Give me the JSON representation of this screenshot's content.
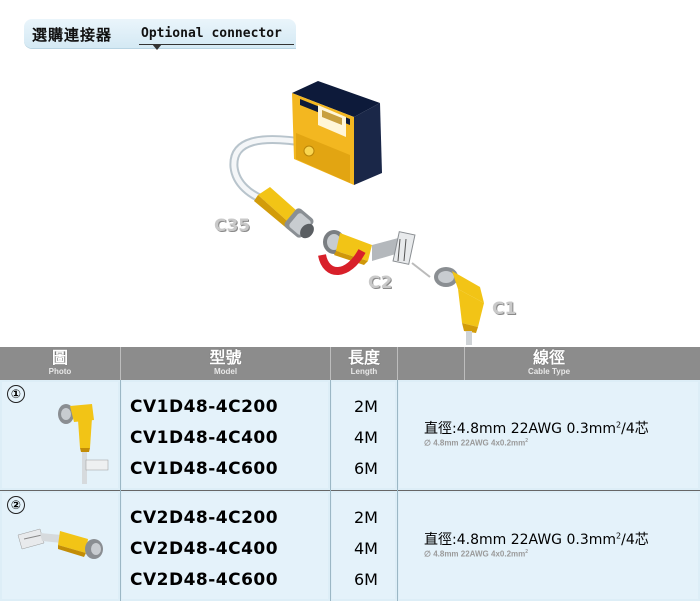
{
  "header": {
    "title_zh": "選購連接器",
    "title_en": "Optional connector"
  },
  "illustration": {
    "labels": [
      "C35",
      "C2",
      "C1"
    ]
  },
  "table": {
    "columns": [
      {
        "zh": "圖",
        "en": "Photo"
      },
      {
        "zh": "型號",
        "en": "Model"
      },
      {
        "zh": "長度",
        "en": "Length"
      },
      {
        "zh": "線徑",
        "en": "Cable Type"
      }
    ],
    "groups": [
      {
        "marker": "①",
        "rows": [
          {
            "model": "CV1D48-4C200",
            "length": "2M"
          },
          {
            "model": "CV1D48-4C400",
            "length": "4M"
          },
          {
            "model": "CV1D48-4C600",
            "length": "6M"
          }
        ],
        "spec": {
          "main": "直徑:4.8mm  22AWG  0.3mm",
          "main_sup": "2",
          "main_tail": "/4芯",
          "sub": "∅ 4.8mm 22AWG 4x0.2mm",
          "sub_sup": "2"
        }
      },
      {
        "marker": "②",
        "rows": [
          {
            "model": "CV2D48-4C200",
            "length": "2M"
          },
          {
            "model": "CV2D48-4C400",
            "length": "4M"
          },
          {
            "model": "CV2D48-4C600",
            "length": "6M"
          }
        ],
        "spec": {
          "main": "直徑:4.8mm  22AWG  0.3mm",
          "main_sup": "2",
          "main_tail": "/4芯",
          "sub": "∅ 4.8mm 22AWG 4x0.2mm",
          "sub_sup": "2"
        }
      }
    ]
  },
  "colors": {
    "header_bg": "#8c8c8c",
    "row_bg": "#e4f2fa",
    "connector_yellow": "#f2c416"
  }
}
